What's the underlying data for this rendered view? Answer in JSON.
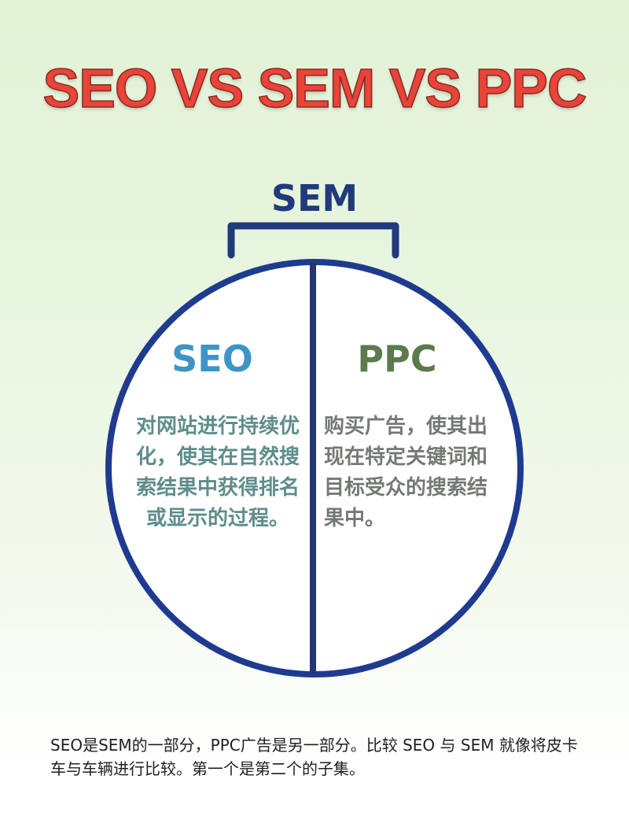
{
  "title": "SEO VS SEM VS PPC",
  "diagram": {
    "umbrella_label": "SEM",
    "left": {
      "title": "SEO",
      "description": "对网站进行持续优化，使其在自然搜索结果中获得排名或显示的过程。",
      "title_color": "#3d95c6",
      "text_color": "#5e8d8b"
    },
    "right": {
      "title": "PPC",
      "description": "购买广告，使其出现在特定关键词和目标受众的搜索结果中。",
      "title_color": "#5b7a4e",
      "text_color": "#737a74"
    },
    "outline_color": "#1f3b8f",
    "title_color": "#e8443a",
    "umbrella_color": "#203a7c"
  },
  "footer": {
    "note": "SEO是SEM的一部分，PPC广告是另一部分。比较 SEO 与 SEM 就像将皮卡车与车辆进行比较。第一个是第二个的子集。"
  }
}
